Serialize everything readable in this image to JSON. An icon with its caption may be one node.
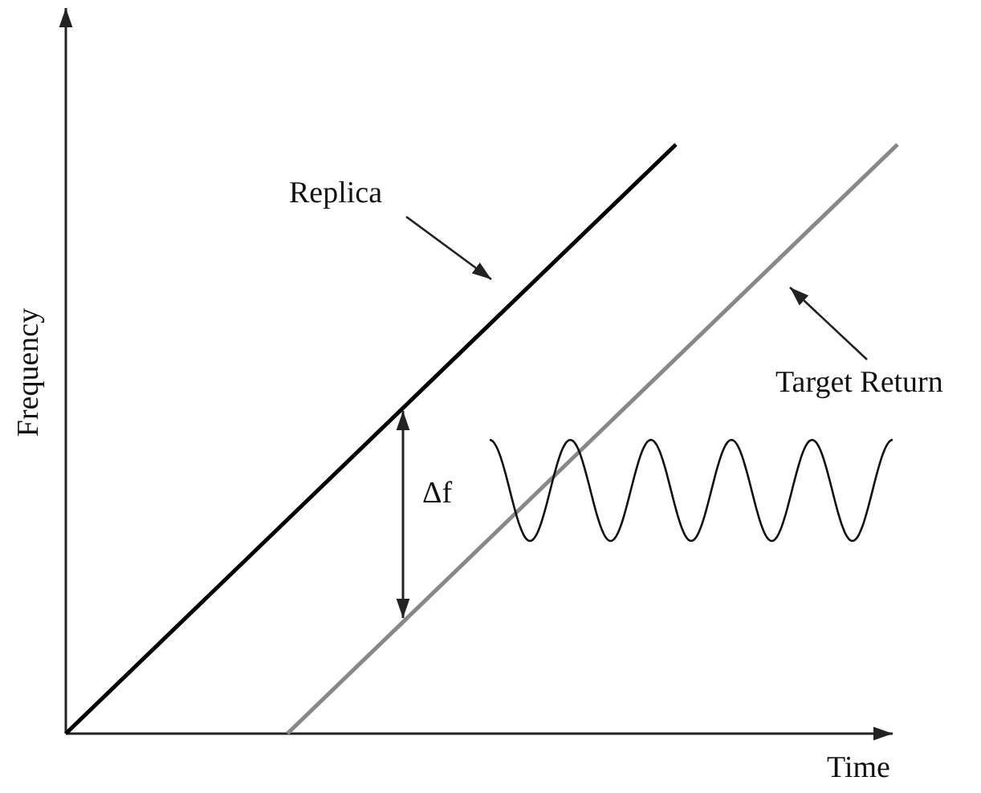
{
  "diagram": {
    "nodes": [
      {
        "text": [
          "Replica"
        ]
      },
      {
        "text": [],
        "shape": "line"
      },
      {
        "text": [
          "Target Return"
        ]
      },
      {
        "text": [],
        "shape": "line"
      }
    ],
    "edges": [
      {
        "from": 0,
        "to": 1,
        "arrow": "to"
      },
      {
        "from": 2,
        "to": 3,
        "arrow": "to"
      }
    ],
    "labels": [
      "Frequency",
      "Δf",
      "Time"
    ]
  }
}
